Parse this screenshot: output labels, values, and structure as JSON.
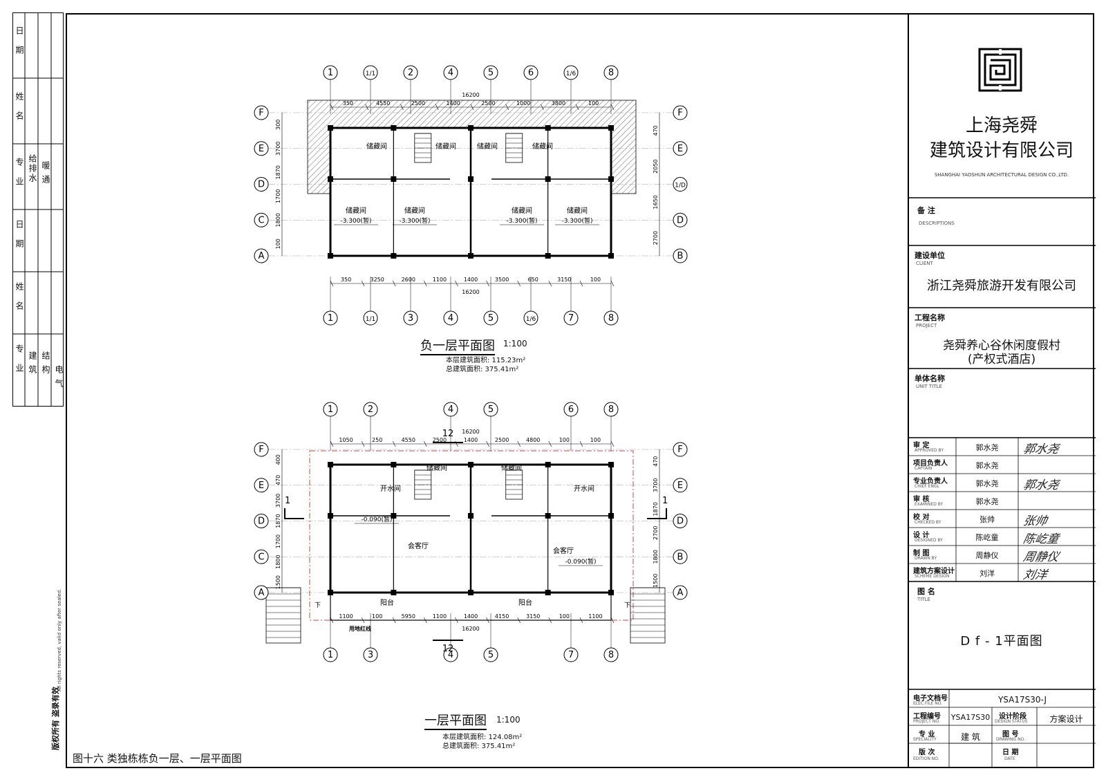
{
  "margin_stamp": {
    "col1": [
      "日 期",
      "姓 名",
      "专 业",
      "日 期",
      "姓 名",
      "专 业"
    ],
    "col2_top": "给排水",
    "col3_top": "暖 通",
    "col2_bot": "建 筑",
    "col3_bot": "结 构",
    "col4_bot": "电 气",
    "rights_cn": "版权所有 盗录有效",
    "rights_en": "All rights reserved, valid only after sealed."
  },
  "figure_caption": "图十六 类独栋栋负一层、一层平面图",
  "company": {
    "name_line1": "上海尧舜",
    "name_line2": "建筑设计有限公司",
    "name_en": "SHANGHAI YAOSHUN ARCHITECTURAL DESIGN CO.,LTD."
  },
  "descriptions": {
    "label": "备 注",
    "label_en": "DESCRIPTIONS"
  },
  "client": {
    "label": "建设单位",
    "label_en": "CLIENT",
    "value": "浙江尧舜旅游开发有限公司"
  },
  "project": {
    "label": "工程名称",
    "label_en": "PROJECT",
    "value_line1": "尧舜养心谷休闲度假村",
    "value_line2": "(产权式酒店)"
  },
  "unit_title": {
    "label": "单体名称",
    "label_en": "UNIT TITLE"
  },
  "signatures": [
    {
      "label": "审 定",
      "label_en": "APPROVED BY",
      "name": "郭水尧",
      "sign": "郭水尧"
    },
    {
      "label": "项目负责人",
      "label_en": "CAPTAIN",
      "name": "郭水尧",
      "sign": ""
    },
    {
      "label": "专业负责人",
      "label_en": "CHIEF ENGL",
      "name": "郭水尧",
      "sign": "郭水尧"
    },
    {
      "label": "审 核",
      "label_en": "EXAMINED BY",
      "name": "郭水尧",
      "sign": ""
    },
    {
      "label": "校 对",
      "label_en": "CHECKED BY",
      "name": "张帅",
      "sign": "张帅"
    },
    {
      "label": "设 计",
      "label_en": "DESIGNED BY",
      "name": "陈屹童",
      "sign": "陈屹童"
    },
    {
      "label": "制 图",
      "label_en": "DRAWN BY",
      "name": "周静仪",
      "sign": "周静仪"
    },
    {
      "label": "建筑方案设计",
      "label_en": "SCHEME DESIGN",
      "name": "刘洋",
      "sign": "刘洋"
    }
  ],
  "title": {
    "label": "图 名",
    "label_en": "TITLE",
    "value": "D f - 1平面图"
  },
  "bottom": {
    "elec_label": "电子文档号",
    "elec_label_en": "ELEC.FILE NO.",
    "elec_value": "YSA17S30-J",
    "proj_no_label": "工程编号",
    "proj_no_label_en": "PROJECT NO.",
    "proj_no_value": "YSA17S30",
    "stage_label": "设计阶段",
    "stage_label_en": "DESIGN STATUS",
    "stage_value": "方案设计",
    "spec_label": "专 业",
    "spec_label_en": "SPECIALITY",
    "spec_value": "建 筑",
    "drawing_no_label": "图 号",
    "drawing_no_label_en": "DRAWING NO.",
    "edition_label": "版 次",
    "edition_label_en": "EDITION NO.",
    "date_label": "日 期",
    "date_label_en": "DATE"
  },
  "plan_basement": {
    "title": "负一层平面图",
    "scale": "1:100",
    "area_this": "本层建筑面积: 115.23m²",
    "area_total": "总建筑面积: 375.41m²",
    "axes_top": [
      "1",
      "1/1",
      "2",
      "4",
      "5",
      "6",
      "1/6",
      "8"
    ],
    "axes_bottom": [
      "1",
      "1/1",
      "3",
      "4",
      "5",
      "1/6",
      "7",
      "8"
    ],
    "axes_left": [
      "F",
      "E",
      "D",
      "C",
      "A"
    ],
    "axes_right": [
      "F",
      "E",
      "1/D",
      "D",
      "B"
    ],
    "dims_top_total": "16200",
    "dims_top": [
      "350",
      "4550",
      "2500",
      "1400",
      "2500",
      "1000",
      "3800",
      "100"
    ],
    "dims_bottom_total": "16200",
    "dims_bottom": [
      "350",
      "3250",
      "2600",
      "1100",
      "1400",
      "3500",
      "650",
      "3150",
      "100"
    ],
    "dims_left": [
      "300",
      "3700",
      "1870",
      "1700",
      "1800",
      "100"
    ],
    "dims_right": [
      "470",
      "2050",
      "1650",
      "2700"
    ],
    "rooms": [
      "储藏间",
      "储藏间",
      "储藏间",
      "储藏间",
      "储藏间",
      "储藏间",
      "储藏间",
      "储藏间"
    ],
    "levels": [
      "-3.300(暂)",
      "-3.300(暂)",
      "-3.300(暂)",
      "-3.300(暂)"
    ]
  },
  "plan_ground": {
    "title": "一层平面图",
    "scale": "1:100",
    "area_this": "本层建筑面积: 124.08m²",
    "area_total": "总建筑面积: 375.41m²",
    "axes_top": [
      "1",
      "2",
      "4",
      "5",
      "6",
      "8"
    ],
    "axes_bottom": [
      "1",
      "3",
      "4",
      "5",
      "7",
      "8"
    ],
    "axes_left": [
      "F",
      "E",
      "D",
      "C",
      "A"
    ],
    "axes_right": [
      "F",
      "E",
      "D",
      "B",
      "A"
    ],
    "dims_top_total": "16200",
    "dims_top": [
      "1050",
      "250",
      "4550",
      "2500",
      "1400",
      "2500",
      "4800",
      "100",
      "100"
    ],
    "dims_bottom_total": "16200",
    "dims_bottom": [
      "1100",
      "100",
      "5950",
      "1100",
      "1400",
      "4150",
      "3150",
      "100",
      "1100"
    ],
    "dims_left": [
      "400",
      "470",
      "3700",
      "1870",
      "1700",
      "1800",
      "1500"
    ],
    "dims_right": [
      "470",
      "3700",
      "1870",
      "2700",
      "1800",
      "1500"
    ],
    "rooms": [
      "开水间",
      "储藏间",
      "储藏间",
      "开水间",
      "会客厅",
      "会客厅",
      "阳台",
      "阳台"
    ],
    "levels": [
      "-0.090(暂)",
      "-0.090(暂)"
    ],
    "section_marks": [
      "1",
      "1",
      "12",
      "12"
    ],
    "stair_down": [
      "下",
      "下"
    ],
    "redline_label": "用地红线"
  }
}
